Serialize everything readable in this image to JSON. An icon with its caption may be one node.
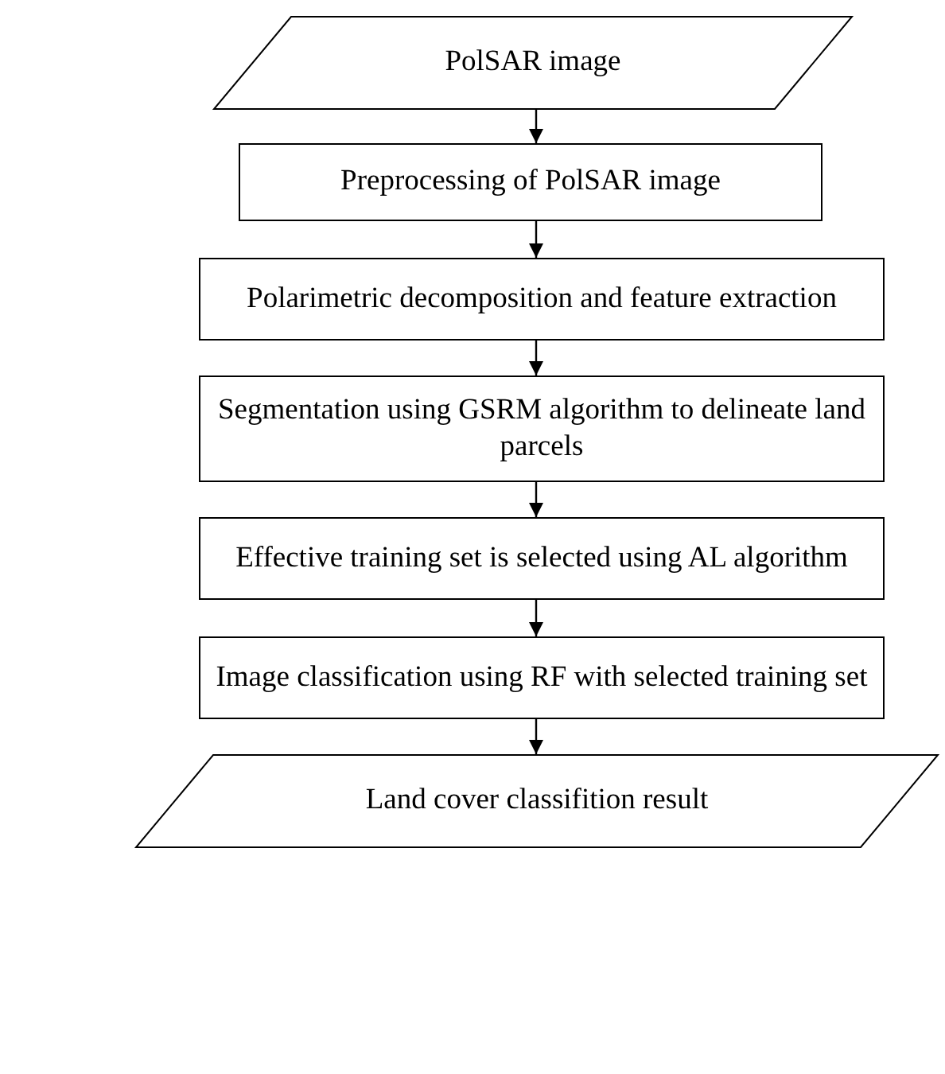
{
  "diagram": {
    "nodes": [
      {
        "text": [
          "PolSAR image"
        ]
      },
      {
        "text": [
          "Preprocessing of PolSAR image"
        ]
      },
      {
        "text": [
          "Polarimetric decomposition and feature extraction"
        ]
      },
      {
        "text": [
          "Segmentation using GSRM algorithm to delineate land parcels"
        ]
      },
      {
        "text": [
          "Effective training set is selected using AL algorithm"
        ]
      },
      {
        "text": [
          "Image classification using RF with selected training set"
        ]
      },
      {
        "text": [
          "Land cover classifition result"
        ]
      }
    ],
    "edges": [
      {
        "from": 0,
        "to": 1,
        "arrow": "to"
      },
      {
        "from": 1,
        "to": 2,
        "arrow": "to"
      },
      {
        "from": 2,
        "to": 3,
        "arrow": "to"
      },
      {
        "from": 3,
        "to": 4,
        "arrow": "to"
      },
      {
        "from": 4,
        "to": 5,
        "arrow": "to"
      },
      {
        "from": 5,
        "to": 6,
        "arrow": "to"
      }
    ]
  }
}
